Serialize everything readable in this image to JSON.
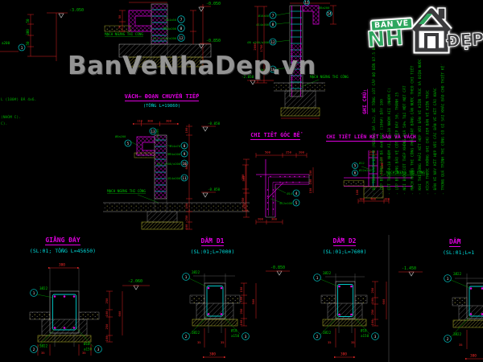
{
  "watermark": "BanVeNhaDep.vn",
  "logo": {
    "badge": "BẢN VẼ",
    "nha": "NH",
    "dep": "ĐẸP"
  },
  "ghi_chu": "GHI CHÚ:",
  "notes": [
    "- BÊ TÔNG VÁCH B22.5 (M300#) ĐÁ 1x2, BÊ TÔNG LÓT CẤP ĐỘ BỀN B7.5 ĐÁ 4x6",
    "- LỚP BÊ TÔNG LÓT ĐÁ 4x6 MÁC (100#) DÀY 100",
    "- CỐT THÉP Ø<10 NHÓM AI, Ø>=10 NHÓM AII (NHÓM C)",
    "- LỚP BÊ TÔNG BẢO VỆ CỐT THÉP ĐÁY 50, THÀNH 25",
    "- NỐI BUỘC CỐT THÉP KHÔNG QUÁ 50% TẠI MỘT MẶT CẮT",
    "- MẠCH NGỪNG THI CÔNG PHẢI ĐẶT BĂNG CẢN NƯỚC THEO CHI TIẾT",
    "- KHI THI CÔNG PHẢI KẾT HỢP VỚI BẢN VẼ KIẾN TRÚC VÀ ĐIỆN NƯỚC",
    "- KÍCH THƯỚC KHÔNG GHI CHÚ XEM BẢN VẼ KIẾN TRÚC",
    "- BẢN VẼ NÀY KẾT HỢP VỚI CÁC BẢN VẼ KẾT CẤU KHÁC",
    "- TRONG QUÁ TRÌNH THI CÔNG CÓ GÌ SAI KHÁC BÁO CHO THIẾT KẾ"
  ],
  "left_fragments": [
    "L (100#) ĐÁ 4x6.",
    "(NHÓM C).",
    "C)."
  ],
  "mach_ngung": "MẠCH NGỪNG THI CÔNG",
  "elev": {
    "a": "-3.050",
    "b1": "-0.050",
    "b2": "-0.850",
    "c1": "-0.050",
    "c2": "-0.850",
    "d": "-2.050",
    "g1": "-2.060",
    "g2": "-0.850",
    "g3": "-1.450"
  },
  "a": {
    "callout": "1",
    "label": "a200",
    "dims": [
      "50",
      "300",
      "50"
    ]
  },
  "b": {
    "title": "VÁCH– ĐOẠN CHUYỂN TIẾP",
    "sub": "(TỔNG L=19860)",
    "callouts": [
      {
        "n": "7",
        "l": "Ø14a50"
      },
      {
        "n": "8",
        "l": "Ø14a200"
      },
      {
        "n": "12",
        "l": "Ø12 a200/a200"
      }
    ],
    "ldims": [
      "50",
      "70"
    ]
  },
  "c": {
    "topdims": [
      "110",
      "300",
      "300"
    ],
    "top_callout": {
      "n": "13",
      "l": "Ø14a200"
    },
    "left_callout": {
      "n": "5",
      "l": "Ø8a200"
    },
    "callouts": [
      {
        "n": "8",
        "l": "Ø14a70"
      },
      {
        "n": "9",
        "l": "Ø14a200"
      },
      {
        "n": "10",
        "l": "Ø12 a200/a200"
      },
      {
        "n": "11",
        "l": "Ø14a200"
      }
    ],
    "rdims": [
      "100",
      "800",
      "100",
      "250",
      "100"
    ],
    "fardims": [
      "250",
      "250"
    ]
  },
  "d": {
    "callouts": [
      {
        "n": "7",
        "l": "Ø16a50"
      },
      {
        "n": "8",
        "l": "Ø14a200"
      },
      {
        "n": "12",
        "l": "Ø8 a200/a200"
      },
      {
        "n": "16",
        "l": "Ø14a200"
      }
    ],
    "top_callout": "13",
    "right_callout": {
      "n": "14",
      "l": "Ø8a200"
    },
    "ldims": [
      "2000",
      "1750"
    ]
  },
  "e": {
    "title": "CHI TIẾT GÓC BỂ",
    "topdims": [
      "500",
      "250",
      "200"
    ],
    "ldims": [
      "500",
      "250"
    ],
    "rdims": [
      "150",
      "100",
      "150"
    ],
    "callouts": [
      {
        "n": "4",
        "l": "Ø14"
      },
      {
        "n": "5",
        "l": "Ø12a100"
      }
    ],
    "bdims": [
      "200",
      "300"
    ]
  },
  "f": {
    "title": "CHI TIẾT LIÊN KẾT SÀN VÀ VÁCH",
    "callouts": [
      {
        "n": "5",
        "l": "Ø12"
      },
      {
        "n": "6",
        "l": "Ø12a150"
      }
    ],
    "topdim": "200",
    "rdim": "200",
    "ldim": "100",
    "bdims": [
      "100",
      "400",
      "100"
    ]
  },
  "g1": {
    "title": "GIẰNG ĐÁY",
    "sub": "(SL:01; TỔNG L=45650)",
    "topdim": "300",
    "rdims": [
      "250",
      "100",
      "250",
      "100"
    ],
    "total": "600",
    "callouts": [
      {
        "n": "1",
        "l": "3Ø22"
      },
      {
        "n": "2",
        "l": "3Ø22"
      },
      {
        "n": "3",
        "l": "Ø10",
        "l2": "a150"
      }
    ],
    "bdims": [
      "35",
      "35"
    ]
  },
  "g2": {
    "title": "DẦM D1",
    "sub": "(SL:01;L=7000)",
    "rdims": [
      "150",
      "100",
      "250",
      "100"
    ],
    "total": "500",
    "callouts": [
      {
        "n": "1",
        "l": "2Ø22"
      },
      {
        "n": "2",
        "l": "2Ø22"
      },
      {
        "n": "3",
        "l": "Ø10",
        "l2": "a150"
      }
    ],
    "bdims": [
      "35",
      "35",
      "300"
    ]
  },
  "g3": {
    "title": "DẦM D2",
    "sub": "(SL:01;L=7600)",
    "rdims": [
      "250",
      "100",
      "250",
      "100"
    ],
    "total": "600",
    "callouts": [
      {
        "n": "1",
        "l": "2Ø22"
      },
      {
        "n": "2",
        "l": "2Ø22"
      },
      {
        "n": "3",
        "l": "Ø10",
        "l2": "a150"
      }
    ],
    "bdims": [
      "35",
      "35",
      "300"
    ]
  },
  "g4": {
    "title": "DẦM",
    "sub": "(SL:01;L=1",
    "callouts": [
      {
        "n": "1",
        "l": "2Ø22"
      },
      {
        "n": "2",
        "l": "2Ø22"
      }
    ],
    "bdims": [
      "35",
      "300"
    ]
  }
}
